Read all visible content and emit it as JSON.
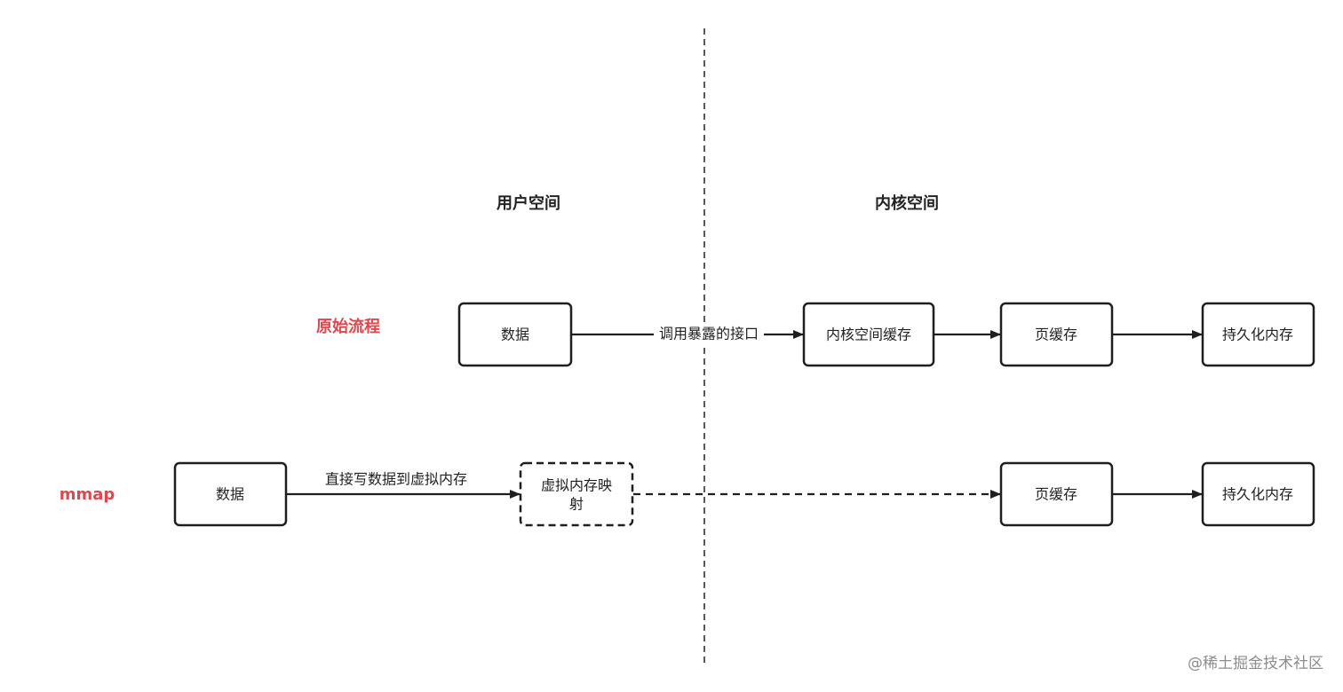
{
  "sections": {
    "user_space": "用户空间",
    "kernel_space": "内核空间"
  },
  "flows": {
    "original": {
      "title": "原始流程",
      "title_color": "#e0474c",
      "nodes": {
        "data": "数据",
        "kernel_buffer": "内核空间缓存",
        "page_cache": "页缓存",
        "persistent": "持久化内存"
      },
      "edge_label": "调用暴露的接口"
    },
    "mmap": {
      "title": "mmap",
      "title_color": "#e0474c",
      "nodes": {
        "data": "数据",
        "virtual_mapping_line1": "虚拟内存映",
        "virtual_mapping_line2": "射",
        "page_cache": "页缓存",
        "persistent": "持久化内存"
      },
      "edge_label": "直接写数据到虚拟内存"
    }
  },
  "watermark": "@稀土掘金技术社区",
  "colors": {
    "stroke": "#1f1f1f",
    "text": "#222222",
    "accent": "#e0474c",
    "watermark": "#8c8c8c"
  }
}
